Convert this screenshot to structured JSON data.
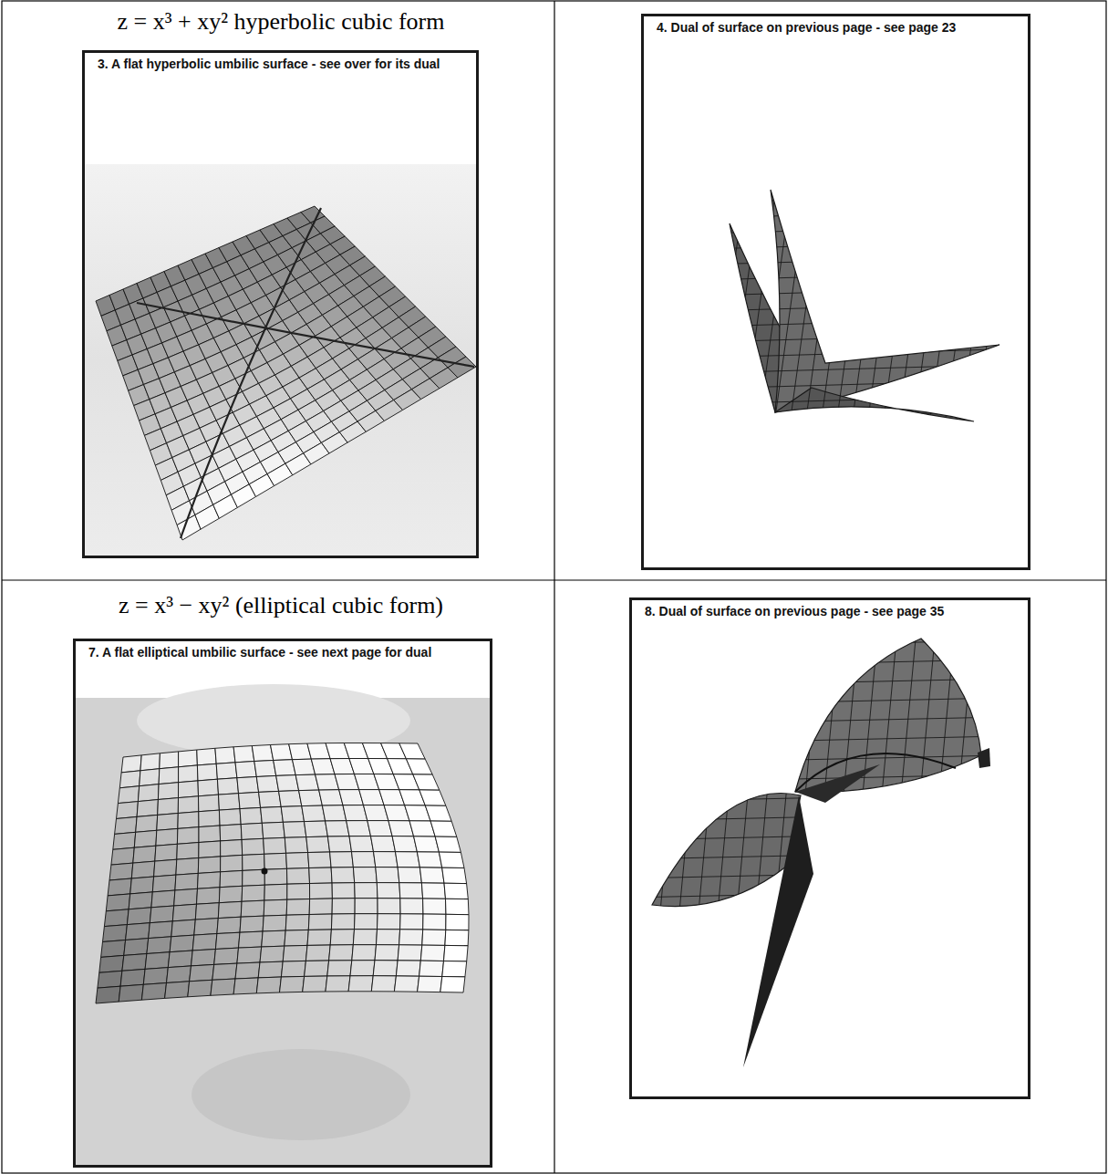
{
  "diagram": {
    "nodes": [
      {
        "text": [
          "3. A flat hyperbolic umbilic surface - see over for its dual"
        ]
      },
      {
        "text": [
          "4. Dual of surface on previous page - see page 23"
        ]
      },
      {
        "text": [
          "7. A flat elliptical umbilic surface - see next page for dual"
        ]
      },
      {
        "text": [
          "8. Dual of surface on previous page - see page 35"
        ]
      }
    ],
    "labels": [
      "z = x³ + xy² hyperbolic cubic form",
      "z = x³ − xy² (elliptical cubic form)"
    ]
  }
}
